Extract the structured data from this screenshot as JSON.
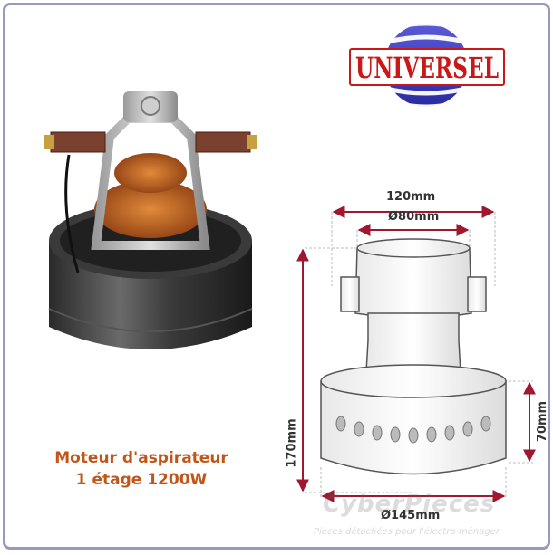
{
  "brand": {
    "logo_text": "UNIVERSEL",
    "logo_red": "#c81818",
    "logo_blue": "#3a3ab8"
  },
  "caption": {
    "line1": "Moteur d'aspirateur",
    "line2": "1 étage 1200W",
    "color": "#c0561a"
  },
  "dimensions": {
    "top_width": "120mm",
    "inner_diameter": "Ø80mm",
    "height_total": "170mm",
    "height_base": "70mm",
    "base_diameter": "Ø145mm",
    "arrow_color": "#a01830"
  },
  "watermark": {
    "brand": "CyberPieces",
    "tagline": "Pièces détachées pour l'électro-ménager"
  }
}
